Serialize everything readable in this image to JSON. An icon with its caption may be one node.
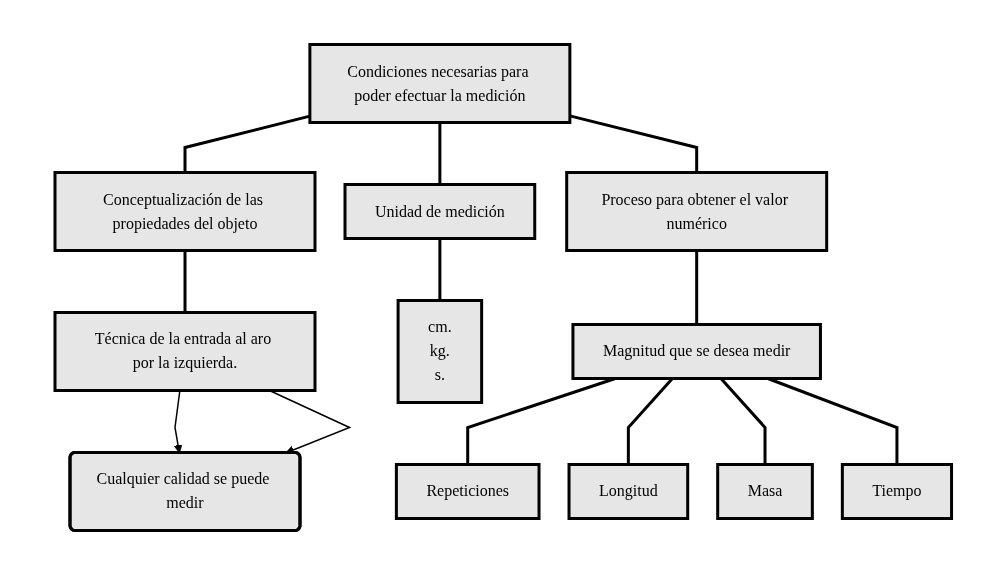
{
  "diagram": {
    "nodes": [
      {
        "text": [
          "Condiciones necesarias para poder efectuar la medición"
        ]
      },
      {
        "text": [
          "Conceptualización de las propiedades del objeto"
        ]
      },
      {
        "text": [
          "Unidad de medición"
        ]
      },
      {
        "text": [
          "Proceso para obtener el valor numérico"
        ]
      },
      {
        "text": [
          "Técnica de la entrada al aro por la izquierda."
        ]
      },
      {
        "text": [
          "cm.",
          "kg.",
          "s."
        ]
      },
      {
        "text": [
          "Magnitud que se desea medir"
        ]
      },
      {
        "text": [
          "Repeticiones"
        ]
      },
      {
        "text": [
          "Longitud"
        ]
      },
      {
        "text": [
          "Masa"
        ]
      },
      {
        "text": [
          "Tiempo"
        ]
      },
      {
        "text": [
          "Cualquier calidad se puede medir"
        ]
      }
    ],
    "edges": [
      {
        "from": 0,
        "to": 1,
        "arrow": "none"
      },
      {
        "from": 0,
        "to": 2,
        "arrow": "none"
      },
      {
        "from": 0,
        "to": 3,
        "arrow": "none"
      },
      {
        "from": 1,
        "to": 4,
        "arrow": "none"
      },
      {
        "from": 2,
        "to": 5,
        "arrow": "none"
      },
      {
        "from": 3,
        "to": 6,
        "arrow": "none"
      },
      {
        "from": 6,
        "to": 7,
        "arrow": "none"
      },
      {
        "from": 6,
        "to": 8,
        "arrow": "none"
      },
      {
        "from": 6,
        "to": 9,
        "arrow": "none"
      },
      {
        "from": 6,
        "to": 10,
        "arrow": "none"
      },
      {
        "from": 4,
        "to": 11,
        "arrow": "to"
      },
      {
        "from": 4,
        "to": 11,
        "arrow": "to"
      }
    ]
  }
}
